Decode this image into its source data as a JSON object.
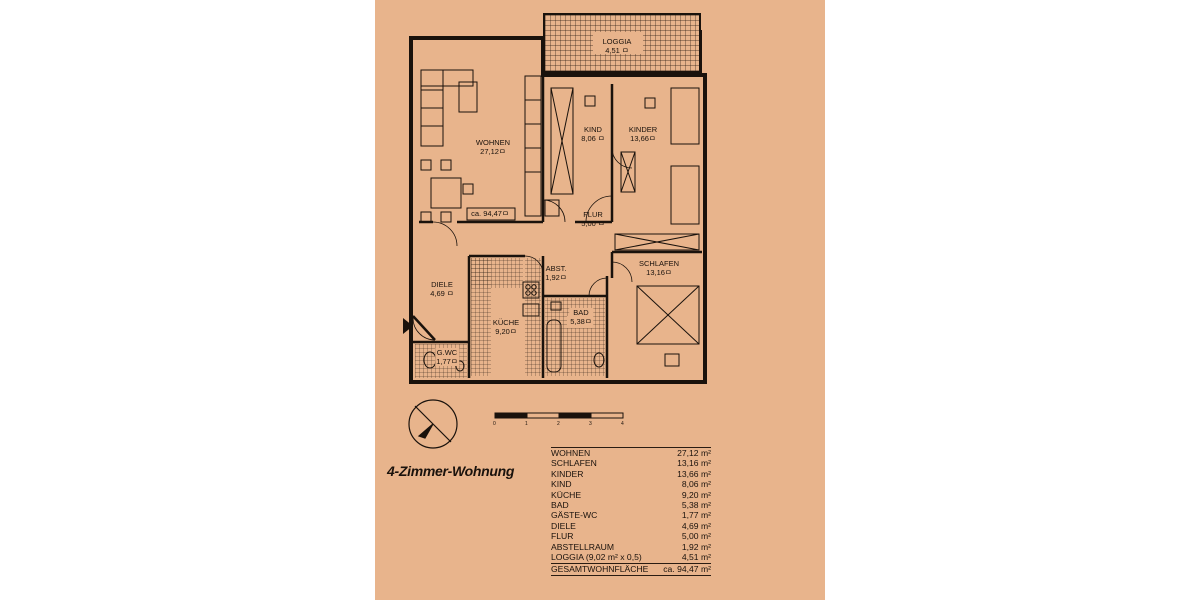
{
  "sheet_color": "#e8b48c",
  "ink_color": "#1a120c",
  "title": "4-Zimmer-Wohnung",
  "rooms": [
    {
      "id": "loggia",
      "name": "LOGGIA",
      "area": "4,51 ㅁ"
    },
    {
      "id": "wohnen",
      "name": "WOHNEN",
      "area": "27,12ㅁ"
    },
    {
      "id": "kind",
      "name": "KIND",
      "area": "8,06 ㅁ"
    },
    {
      "id": "kinder",
      "name": "KINDER",
      "area": "13,66ㅁ"
    },
    {
      "id": "flur",
      "name": "FLUR",
      "area": "5,00 ㅁ"
    },
    {
      "id": "schlafen",
      "name": "SCHLAFEN",
      "area": "13,16ㅁ"
    },
    {
      "id": "abst",
      "name": "ABST.",
      "area": "1,92ㅁ"
    },
    {
      "id": "diele",
      "name": "DIELE",
      "area": "4,69 ㅁ"
    },
    {
      "id": "kueche",
      "name": "KÜCHE",
      "area": "9,20ㅁ"
    },
    {
      "id": "bad",
      "name": "BAD",
      "area": "5,38ㅁ"
    },
    {
      "id": "gwc",
      "name": "G.WC",
      "area": "1,77ㅁ"
    }
  ],
  "total_label": "ca. 94,47ㅁ",
  "scale_ticks": [
    "0",
    "1",
    "2",
    "3",
    "4"
  ],
  "area_table": {
    "rows": [
      {
        "name": "WOHNEN",
        "value": "27,12 m²"
      },
      {
        "name": "SCHLAFEN",
        "value": "13,16 m²"
      },
      {
        "name": "KINDER",
        "value": "13,66 m²"
      },
      {
        "name": "KIND",
        "value": "8,06 m²"
      },
      {
        "name": "KÜCHE",
        "value": "9,20 m²"
      },
      {
        "name": "BAD",
        "value": "5,38 m²"
      },
      {
        "name": "GÄSTE-WC",
        "value": "1,77 m²"
      },
      {
        "name": "DIELE",
        "value": "4,69 m²"
      },
      {
        "name": "FLUR",
        "value": "5,00 m²"
      },
      {
        "name": "ABSTELLRAUM",
        "value": "1,92 m²"
      },
      {
        "name": "LOGGIA (9,02 m² x 0,5)",
        "value": "4,51 m²"
      }
    ],
    "total": {
      "name": "GESAMTWOHNFLÄCHE",
      "value": "ca. 94,47 m²"
    }
  }
}
